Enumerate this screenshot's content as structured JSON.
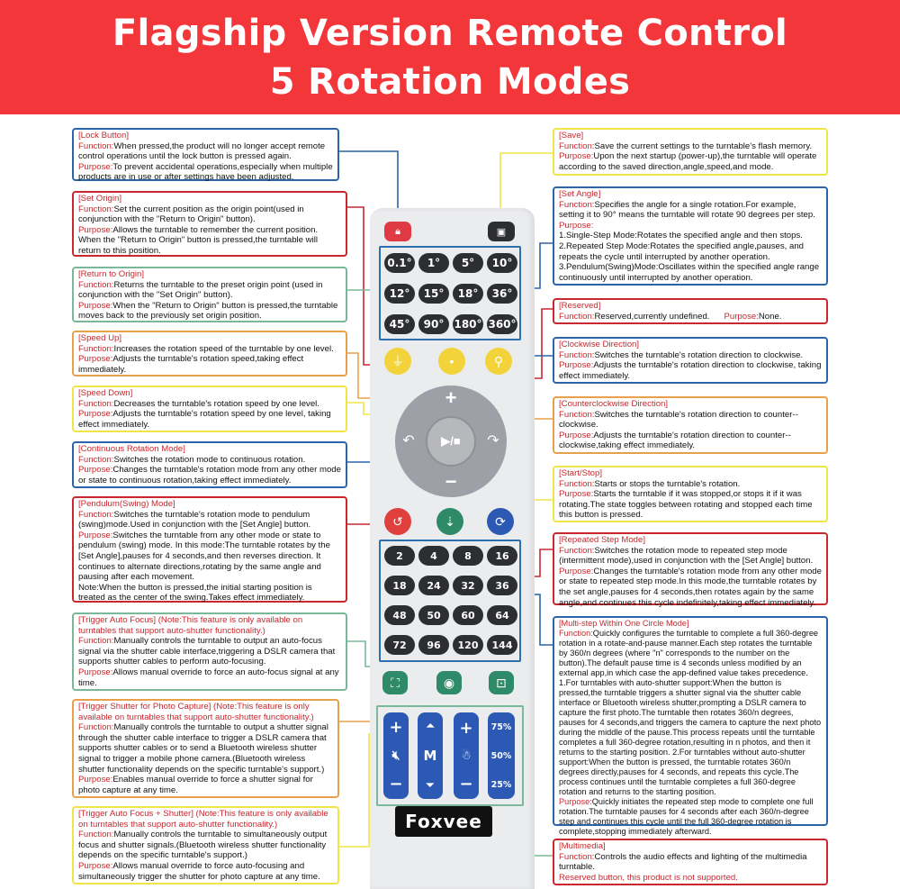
{
  "banner": {
    "line1": "Flagship Version Remote Control",
    "line2": "5 Rotation Modes"
  },
  "remote": {
    "brand": "Foxvee",
    "angles": [
      [
        "0.1°",
        "1°",
        "5°",
        "10°"
      ],
      [
        "12°",
        "15°",
        "18°",
        "36°"
      ],
      [
        "45°",
        "90°",
        "180°",
        "360°"
      ]
    ],
    "steps": [
      [
        "2",
        "4",
        "8",
        "16"
      ],
      [
        "18",
        "24",
        "32",
        "36"
      ],
      [
        "48",
        "50",
        "60",
        "64"
      ],
      [
        "72",
        "96",
        "120",
        "144"
      ]
    ],
    "plus": "+",
    "minus": "−",
    "play": "▶/■",
    "mode_key": "M",
    "speed_levels": [
      "75%",
      "50%",
      "25%"
    ]
  },
  "boxes": {
    "lock": {
      "title": "[Lock Button]",
      "fk": "Function:",
      "f": "When pressed,the product will no longer accept remote control operations until the lock button is pressed again.",
      "pk": "Purpose:",
      "p": "To prevent accidental operations,especially when multiple products are in use or after settings have been adjusted."
    },
    "setorigin": {
      "title": "[Set Origin]",
      "fk": "Function:",
      "f": "Set the current position as the origin point(used in conjunction with the \"Return to Origin\" button).",
      "pk": "Purpose:",
      "p": "Allows the turntable to remember the current position. When the \"Return to Origin\" button is pressed,the turntable will return to this position."
    },
    "return": {
      "title": "[Return to Origin]",
      "fk": "Function:",
      "f": "Returns the turntable to the preset origin point (used in conjunction with the \"Set Origin\" button).",
      "pk": "Purpose:",
      "p": "When the \"Return to Origin\" button is pressed,the turntable moves back to the previously set origin position."
    },
    "speedup": {
      "title": "[Speed Up]",
      "fk": "Function:",
      "f": "Increases the rotation speed of the turntable by one level.",
      "pk": "Purpose:",
      "p": "Adjusts the turntable's rotation speed,taking effect immediately."
    },
    "speeddown": {
      "title": "[Speed Down]",
      "fk": "Function:",
      "f": "Decreases the turntable's rotation speed by one level.",
      "pk": "Purpose:",
      "p": "Adjusts the turntable's rotation speed by one level, taking effect immediately."
    },
    "continuous": {
      "title": "[Continuous Rotation Mode]",
      "fk": "Function:",
      "f": "Switches the rotation mode to continuous rotation.",
      "pk": "Purpose:",
      "p": "Changes the turntable's rotation mode from any other mode or state to continuous rotation,taking effect immediately."
    },
    "pendulum": {
      "title": "[Pendulum(Swing) Mode]",
      "fk": "Function:",
      "f": "Switches the turntable's rotation mode to pendulum (swing)mode.Used in conjunction with the [Set Angle] button.",
      "pk": "Purpose:",
      "p": "Switches the turntable from any other mode or state to pendulum (swing) mode. In this mode:The turntable rotates by the [Set Angle],pauses for 4 seconds,and then reverses direction. It continues to alternate directions,rotating by the same angle and pausing after each movement.",
      "extra": "Note:When the button is pressed,the initial starting position is treated as the center of the swing.Takes effect immediately."
    },
    "autofocus": {
      "title": "[Trigger Auto Focus] (Note:This feature is only available on turntables that support auto-shutter functionality.)",
      "fk": "Function:",
      "f": "Manually controls the turntable to output an auto-focus signal via the shutter cable interface,triggering a DSLR camera that supports shutter cables to perform auto-focusing.",
      "pk": "Purpose:",
      "p": "Allows manual override to force an auto-focus signal at any time."
    },
    "shutter": {
      "title": "[Trigger Shutter for Photo Capture] (Note:This feature is only available on turntables that support auto-shutter functionality.)",
      "fk": "Function:",
      "f": "Manually controls the turntable to output a shutter signal through the shutter cable interface to trigger a DSLR camera that supports shutter cables or to send a Bluetooth wireless shutter signal to trigger a mobile phone camera.(Bluetooth wireless shutter functionality depends on the specific turntable's support.)",
      "pk": "Purpose:",
      "p": "Enables manual override to force a shutter signal for photo capture at any time."
    },
    "focusshutter": {
      "title": "[Trigger Auto Focus + Shutter] (Note:This feature is only available on turntables that support auto-shutter functionality.)",
      "fk": "Function:",
      "f": "Manually controls the turntable to simultaneously output focus and shutter signals.(Bluetooth wireless shutter functionality depends on the specific turntable's support.)",
      "pk": "Purpose:",
      "p": "Allows manual override to force auto-focusing and simultaneously trigger the shutter for photo capture at any time."
    },
    "save": {
      "title": "[Save]",
      "fk": "Function:",
      "f": "Save the current settings to the turntable's flash memory.",
      "pk": "Purpose:",
      "p": "Upon the next startup (power-up),the turntable will operate according to the saved direction,angle,speed,and mode."
    },
    "setangle": {
      "title": "[Set Angle]",
      "fk": "Function:",
      "f": "Specifies the angle for a single rotation.For example, setting it to 90° means the turntable will rotate 90 degrees per step.",
      "pk": "Purpose:",
      "p": "",
      "extra": "1.Single-Step Mode:Rotates the specified angle and then stops. 2.Repeated Step Mode:Rotates the specified angle,pauses, and repeats the cycle until interrupted by another operation. 3.Pendulum(Swing)Mode:Oscillates within the specified angle range continuously until interrupted by another operation."
    },
    "reserved": {
      "title": "[Reserved]",
      "fk": "Function:",
      "f": "Reserved,currently undefined.",
      "pk": "Purpose:",
      "p": "None."
    },
    "cw": {
      "title": "[Clockwise Direction]",
      "fk": "Function:",
      "f": "Switches the turntable's rotation direction to clockwise.",
      "pk": "Purpose:",
      "p": "Adjusts the turntable's rotation direction to clockwise, taking effect immediately."
    },
    "ccw": {
      "title": "[Counterclockwise Direction]",
      "fk": "Function:",
      "f": "Switches the turntable's rotation direction to counter--clockwise.",
      "pk": "Purpose:",
      "p": "Adjusts the turntable's rotation direction to counter--clockwise,taking effect immediately."
    },
    "startstop": {
      "title": "[Start/Stop]",
      "fk": "Function:",
      "f": "Starts or stops the turntable's rotation.",
      "pk": "Purpose:",
      "p": "Starts the turntable if it was stopped,or stops it if it was rotating.The state toggles between rotating and stopped each time this button is pressed."
    },
    "repeated": {
      "title": "[Repeated Step Mode]",
      "fk": "Function:",
      "f": "Switches the rotation mode to repeated step mode (intermittent mode),used in conjunction with the [Set Angle] button.",
      "pk": "Purpose:",
      "p": "Changes the turntable's rotation mode from any other mode or state to repeated step mode.In this mode,the turntable rotates by the set angle,pauses for 4 seconds,then rotates again by the same angle,and continues this cycle indefinitely,taking effect immediately."
    },
    "multistep": {
      "title": "[Multi-step Within One Circle Mode]",
      "fk": "Function:",
      "f": "Quickly configures the turntable to complete a full 360-degree rotation in a rotate-and-pause manner.Each step rotates the turntable by 360/n degrees (where \"n\" corresponds to the number on the button).The default pause time is 4 seconds unless modified by an external app,in which case the app-defined value takes precedence. 1.For turntables with auto-shutter support:When the button is pressed,the turntable triggers a shutter signal via the shutter cable interface or Bluetooth wireless shutter,prompting a DSLR camera to capture the first photo.The turntable then rotates 360/n degrees, pauses for 4 seconds,and triggers the camera to capture the next photo during the middle of the pause.This process repeats until the turntable completes a full 360-degree rotation,resulting in n photos, and then it returns to the starting position. 2.For turntables without auto-shutter support:When the button is pressed, the turntable rotates 360/n degrees directly,pauses for 4 seconds, and repeats this cycle.The process continues until the turntable completes a full 360-degree rotation and returns to the starting position.",
      "pk": "Purpose:",
      "p": "Quickly initiates the repeated step mode to complete one full rotation.The turntable pauses for 4 seconds after each 360/n-degree step and continues this cycle until the full 360-degree rotation is complete,stopping immediately afterward."
    },
    "multimedia": {
      "title": "[Multimedia]",
      "fk": "Function:",
      "f": "Controls the audio effects and lighting of the multimedia turntable.",
      "pk": "",
      "p": "",
      "extra": "Reserved button, this product is not supported."
    }
  }
}
